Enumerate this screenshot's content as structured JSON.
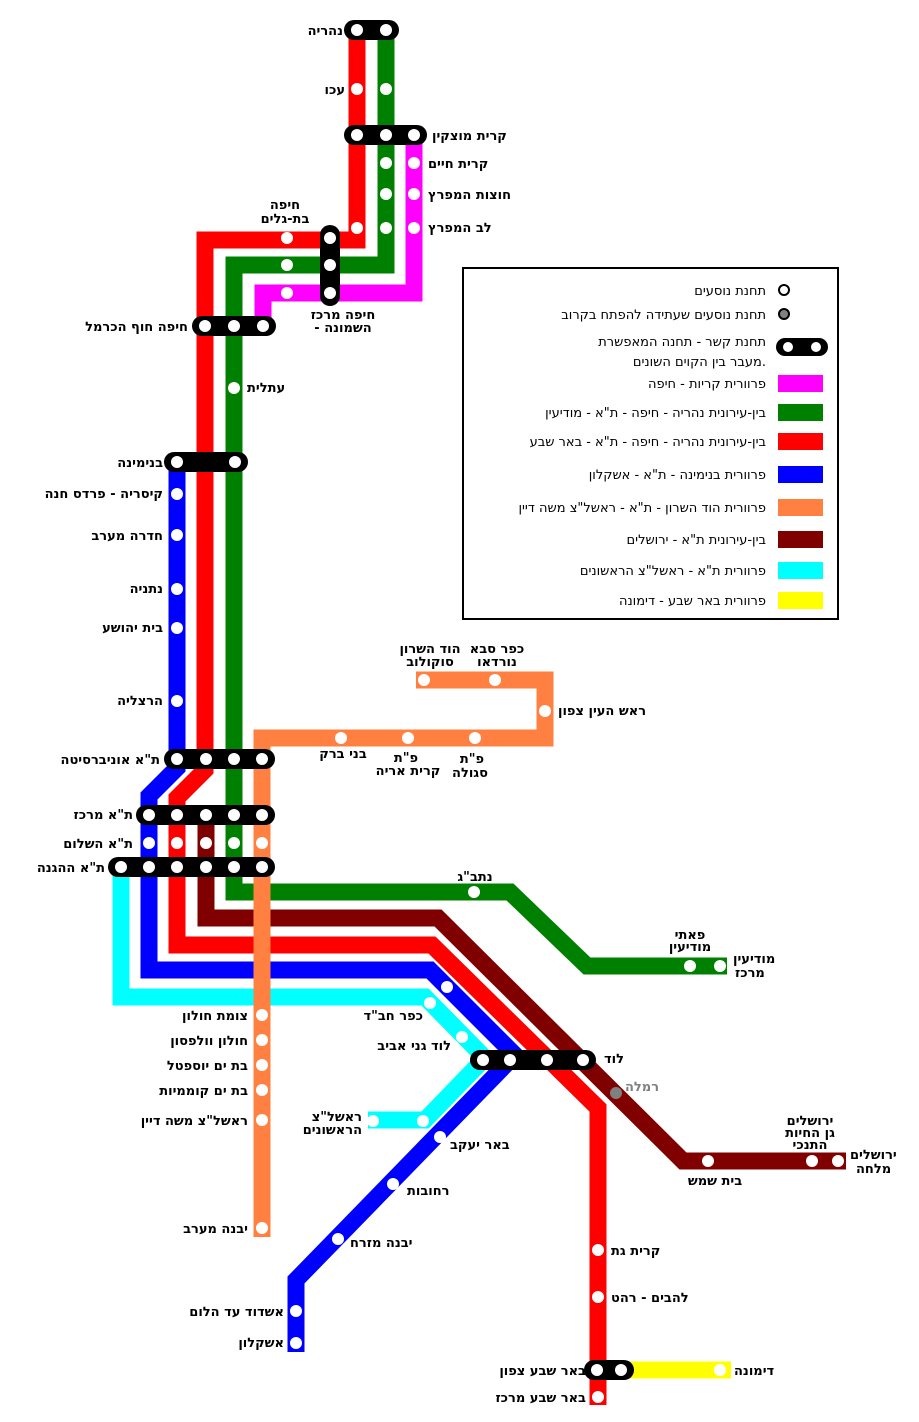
{
  "colors": {
    "krayot_haifa": "#ff00ff",
    "nahariya_modiin": "#008000",
    "nahariya_beersheva": "#ff0000",
    "binyamina_ashkelon": "#0000ff",
    "hodhasharon_rishon": "#ff8040",
    "ta_jerusalem": "#800000",
    "ta_rishon_harishonim": "#00ffff",
    "beersheva_dimona": "#ffff00",
    "interchange": "#000000",
    "planned": "#808080"
  },
  "legend": {
    "station": "תחנת נוסעים",
    "planned_station": "תחנת נוסעים שעתידה להפתח בקרוב",
    "interchange_line1": "תחנת קשר - תחנה המאפשרת",
    "interchange_line2": "מעבר בין הקוים השונים.",
    "lines": [
      {
        "label": "פרוורית קריות - חיפה"
      },
      {
        "label": "בין-עירונית נהריה - חיפה - ת\"א - מודיעין"
      },
      {
        "label": "בין-עירונית נהריה - חיפה - ת\"א - באר שבע"
      },
      {
        "label": "פרוורית בנימינה - ת\"א - אשקלון"
      },
      {
        "label": "פרוורית הוד השרון - ת\"א - ראשל\"צ משה דיין"
      },
      {
        "label": "בין-עירונית ת\"א - ירושלים"
      },
      {
        "label": "פרוורית ת\"א - ראשל\"צ הראשונים"
      },
      {
        "label": "פרוורית באר שבע - דימונה"
      }
    ]
  },
  "stations": {
    "nahariya": "נהריה",
    "akko": "עכו",
    "motzkin": "קרית מוצקין",
    "haim": "קרית חיים",
    "hutzot": "חוצות המפרץ",
    "lev": "לב המפרץ",
    "batgalim_1": "חיפה",
    "batgalim_2": "בת-גלים",
    "merkaz_1": "חיפה מרכז",
    "merkaz_2": "- השמונה",
    "hofcarmel": "חיפה חוף הכרמל",
    "atlit": "עתלית",
    "binyamina": "בנימינה",
    "caesarea": "קיסריה - פרדס חנה",
    "hadera": "חדרה מערב",
    "netanya": "נתניה",
    "beityehoshua": "בית יהושע",
    "herzliya": "הרצליה",
    "ta_univ": "ת\"א אוניברסיטה",
    "ta_merkaz": "ת\"א מרכז",
    "ta_shalom": "ת\"א השלום",
    "ta_hahagana": "ת\"א ההגנה",
    "hod_1": "הוד השרון",
    "hod_2": "סוקולוב",
    "ks_1": "כפר סבא",
    "ks_2": "נורדאו",
    "rosh_haayin": "ראש העין צפון",
    "bneibrak": "בני ברק",
    "pt_arye_1": "פ\"ת",
    "pt_arye_2": "קרית אריה",
    "pt_segula_1": "פ\"ת",
    "pt_segula_2": "סגולה",
    "natbag": "נתב\"ג",
    "paatei_1": "פאתי",
    "paatei_2": "מודיעין",
    "modiin_1": "מודיעין",
    "modiin_2": "מרכז",
    "holon_junction": "צומת חולון",
    "holon_wolfson": "חולון וולפסון",
    "batyam_yoseftal": "בת ים יוספטל",
    "batyam_komemiyut": "בת ים קוממיות",
    "rishon_moshe_dayan": "ראשל\"צ משה דיין",
    "yavne_west": "יבנה מערב",
    "kfar_chabad": "כפר חב\"ד",
    "lod_ganei_aviv": "לוד גני אביב",
    "lod": "לוד",
    "ramla": "רמלה",
    "rishon_1": "ראשל\"צ",
    "rishon_2": "הראשונים",
    "beer_yaakov": "באר יעקב",
    "rehovot": "רחובות",
    "yavne_east": "יבנה מזרח",
    "ashdod": "אשדוד עד הלום",
    "ashkelon": "אשקלון",
    "beit_shemesh": "בית שמש",
    "jlm_zoo_1": "ירושלים",
    "jlm_zoo_2": "גן החיות",
    "jlm_zoo_3": "התנכי",
    "jlm_malha_1": "ירושלים",
    "jlm_malha_2": "מלחה",
    "kiryat_gat": "קרית גת",
    "lehavim": "להבים - רהט",
    "bs_north": "באר שבע צפון",
    "bs_center": "באר שבע מרכז",
    "dimona": "דימונה"
  }
}
